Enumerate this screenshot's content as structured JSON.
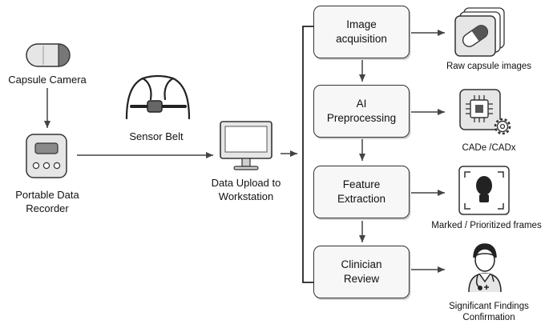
{
  "left": {
    "capsule_camera": "Capsule Camera",
    "recorder_line1": "Portable Data",
    "recorder_line2": "Recorder",
    "sensor_belt": "Sensor Belt",
    "upload_line1": "Data Upload to",
    "upload_line2": "Workstation"
  },
  "steps": [
    {
      "label": "Image\nacquisition",
      "output": "Raw capsule images",
      "icon": "capsule-images-icon"
    },
    {
      "label": "AI\nPreprocessing",
      "output": "CADe /CADx",
      "icon": "ai-chip-icon"
    },
    {
      "label": "Feature\nExtraction",
      "output": "Marked / Prioritized frames",
      "icon": "marked-frame-icon"
    },
    {
      "label": "Clinician\nReview",
      "output": "Significant Findings\nConfirmation",
      "icon": "doctor-icon"
    }
  ],
  "colors": {
    "stroke": "#333333",
    "box_fill": "#f7f7f7",
    "icon_fill": "#e6e6e6"
  }
}
